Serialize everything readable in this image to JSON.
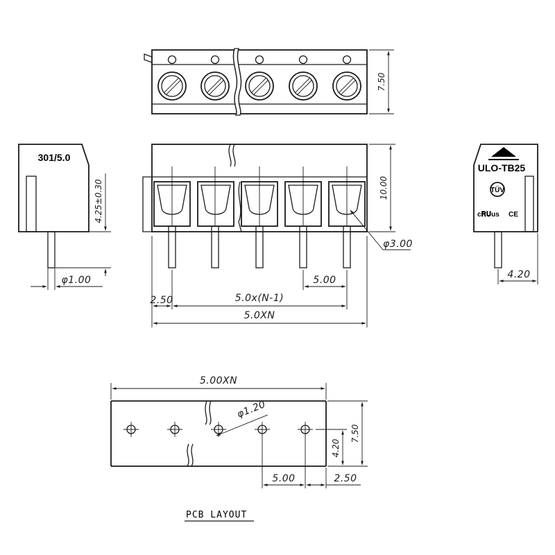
{
  "side_left": {
    "model": "301/5.0"
  },
  "side_right": {
    "model": "ULO-TB25",
    "marks": {
      "tuv": "TÜV",
      "ul": "c𝐑𝐔us",
      "ce": "CE"
    }
  },
  "dims": {
    "top_depth": "7.50",
    "front_height": "10.00",
    "left_pin_len": "4.25±0.30",
    "left_pin_dia": "φ1.00",
    "screw_dia": "φ3.00",
    "pitch": "5.00",
    "edge": "2.50",
    "span_n_minus_1": "5.0x(N-1)",
    "span_total": "5.0XN",
    "right_offset": "4.20"
  },
  "pcb": {
    "total": "5.00XN",
    "hole_dia": "φ1.20",
    "depth": "7.50",
    "row_offset": "4.20",
    "pitch": "5.00",
    "edge": "2.50",
    "caption": "PCB LAYOUT"
  }
}
